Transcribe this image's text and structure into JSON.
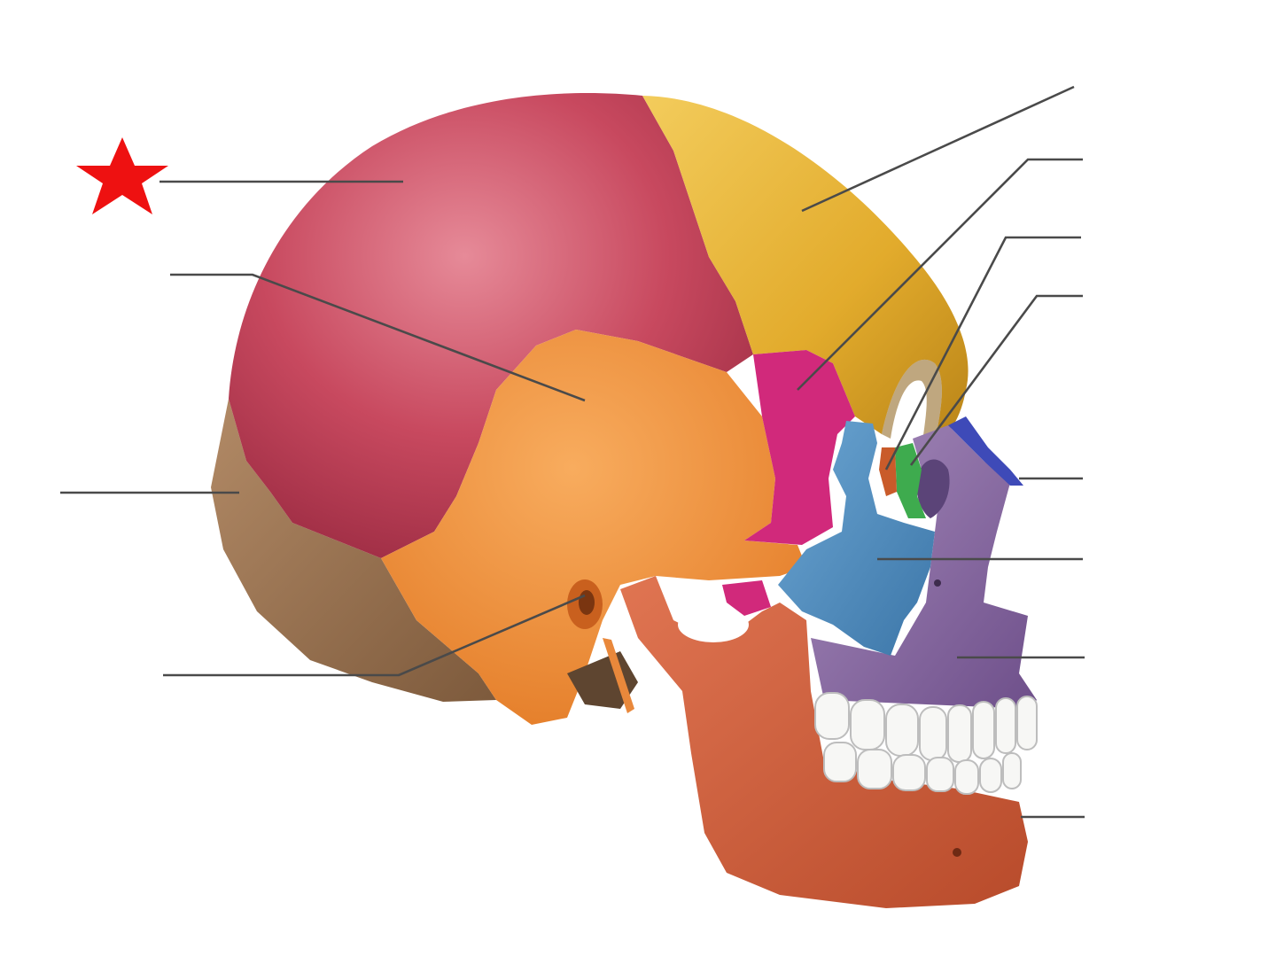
{
  "diagram": {
    "title": "",
    "marker": {
      "shape": "star",
      "color": "#ee1111",
      "points_to": "label-parietal"
    },
    "bone_colors": {
      "parietal": "#c8495f",
      "frontal": "#e2ab2c",
      "temporal": "#f08d3a",
      "occipital": "#9b7452",
      "sphenoid": "#d1297b",
      "zygomatic": "#4d8cc0",
      "maxilla": "#8a6ba3",
      "nasal": "#3e4ab8",
      "lacrimal": "#3eab4e",
      "ethmoid": "#c95b2a",
      "mandible": "#d2603b",
      "teeth": "#f7f7f5"
    },
    "labels": [
      {
        "id": "parietal",
        "text": ""
      },
      {
        "id": "temporal",
        "text": ""
      },
      {
        "id": "occipital",
        "text": ""
      },
      {
        "id": "external-acoustic-meatus",
        "text": ""
      },
      {
        "id": "frontal",
        "text": ""
      },
      {
        "id": "sphenoid",
        "text": ""
      },
      {
        "id": "ethmoid",
        "text": ""
      },
      {
        "id": "lacrimal",
        "text": ""
      },
      {
        "id": "nasal",
        "text": ""
      },
      {
        "id": "zygomatic",
        "text": ""
      },
      {
        "id": "maxilla",
        "text": ""
      },
      {
        "id": "mandible",
        "text": ""
      }
    ]
  }
}
